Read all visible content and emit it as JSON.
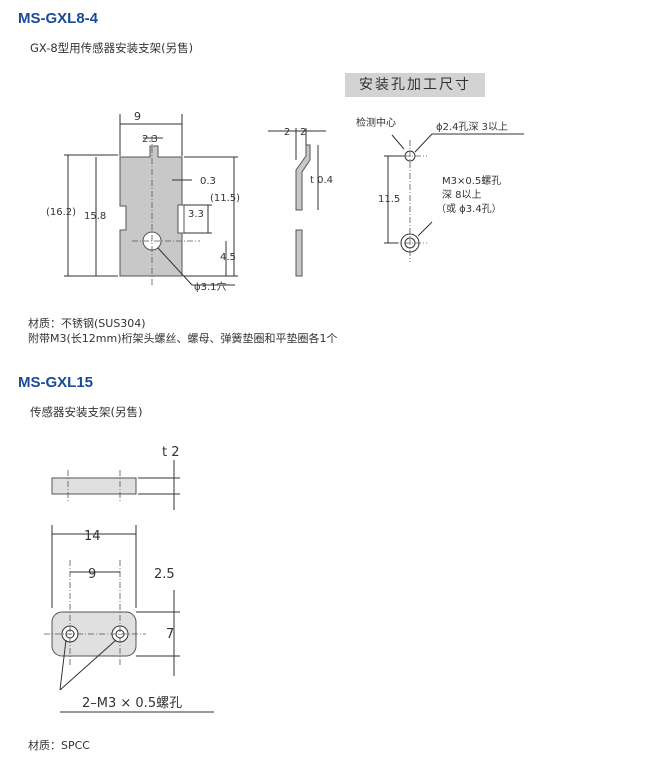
{
  "section1": {
    "title": "MS-GXL8-4",
    "subtitle": "GX-8型用传感器安装支架(另售)",
    "box_label": "安装孔加工尺寸",
    "dims": {
      "w9": "9",
      "w23": "2.3",
      "d03": "0.3",
      "d115p": "(11.5)",
      "d162": "(16.2)",
      "d158": "15.8",
      "d33": "3.3",
      "d45": "4.5",
      "hole": "ϕ3.1穴",
      "s2a": "2",
      "s2b": "2",
      "t04": "t 0.4",
      "center": "检测中心",
      "h24": "ϕ2.4孔深 3以上",
      "m3": "M3×0.5螺孔",
      "deep": "深 8以上",
      "alt": "（或 ϕ3.4孔）",
      "h115": "11.5"
    },
    "notes": [
      "材质：不锈钢(SUS304)",
      "附带M3(长12mm)桁架头螺丝、螺母、弹簧垫圈和平垫圈各1个"
    ]
  },
  "section2": {
    "title": "MS-GXL15",
    "subtitle": "传感器安装支架(另售)",
    "dims": {
      "t2": "t 2",
      "w14": "14",
      "w9": "9",
      "d25": "2.5",
      "d7": "7",
      "screw": "2–M3 × 0.5螺孔"
    },
    "notes": [
      "材质：SPCC"
    ]
  }
}
